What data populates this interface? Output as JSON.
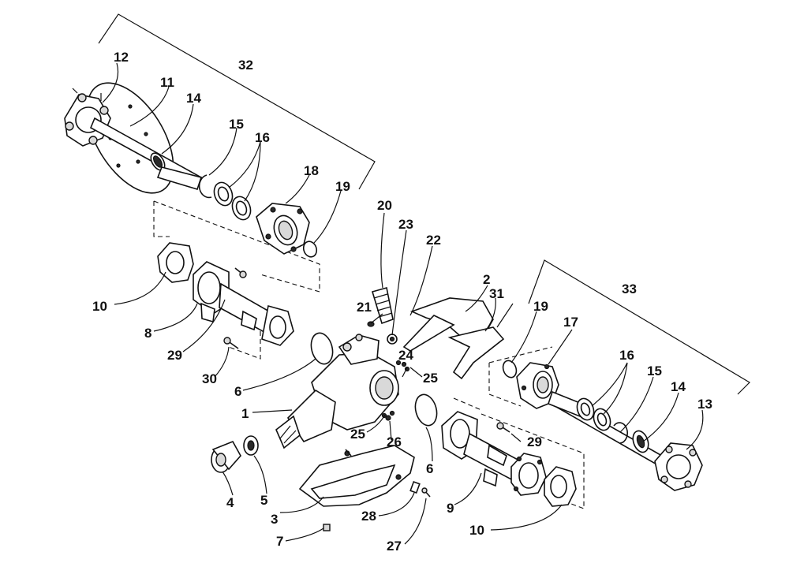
{
  "diagram": {
    "callouts": [
      {
        "id": "c1",
        "text": "1"
      },
      {
        "id": "c2",
        "text": "2"
      },
      {
        "id": "c3",
        "text": "3"
      },
      {
        "id": "c4",
        "text": "4"
      },
      {
        "id": "c5",
        "text": "5"
      },
      {
        "id": "c6a",
        "text": "6"
      },
      {
        "id": "c6b",
        "text": "6"
      },
      {
        "id": "c7",
        "text": "7"
      },
      {
        "id": "c8",
        "text": "8"
      },
      {
        "id": "c9",
        "text": "9"
      },
      {
        "id": "c10a",
        "text": "10"
      },
      {
        "id": "c10b",
        "text": "10"
      },
      {
        "id": "c11",
        "text": "11"
      },
      {
        "id": "c12",
        "text": "12"
      },
      {
        "id": "c13",
        "text": "13"
      },
      {
        "id": "c14a",
        "text": "14"
      },
      {
        "id": "c14b",
        "text": "14"
      },
      {
        "id": "c15a",
        "text": "15"
      },
      {
        "id": "c15b",
        "text": "15"
      },
      {
        "id": "c16a",
        "text": "16"
      },
      {
        "id": "c16b",
        "text": "16"
      },
      {
        "id": "c17",
        "text": "17"
      },
      {
        "id": "c18",
        "text": "18"
      },
      {
        "id": "c19a",
        "text": "19"
      },
      {
        "id": "c19b",
        "text": "19"
      },
      {
        "id": "c20",
        "text": "20"
      },
      {
        "id": "c21",
        "text": "21"
      },
      {
        "id": "c22",
        "text": "22"
      },
      {
        "id": "c23",
        "text": "23"
      },
      {
        "id": "c24",
        "text": "24"
      },
      {
        "id": "c25a",
        "text": "25"
      },
      {
        "id": "c25b",
        "text": "25"
      },
      {
        "id": "c26",
        "text": "26"
      },
      {
        "id": "c27",
        "text": "27"
      },
      {
        "id": "c28",
        "text": "28"
      },
      {
        "id": "c29a",
        "text": "29"
      },
      {
        "id": "c29b",
        "text": "29"
      },
      {
        "id": "c30",
        "text": "30"
      },
      {
        "id": "c31",
        "text": "31"
      },
      {
        "id": "c32",
        "text": "32"
      },
      {
        "id": "c33",
        "text": "33"
      }
    ]
  }
}
